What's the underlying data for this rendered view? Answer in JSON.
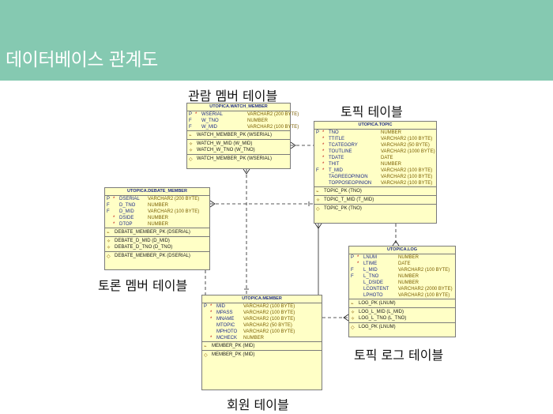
{
  "header": {
    "title": "데이터베이스 관계도"
  },
  "captions": {
    "watch": "관람 멤버 테이블",
    "topic": "토픽 테이블",
    "debate": "토론 멤버 테이블",
    "log": "토픽 로그 테이블",
    "member": "회원 테이블"
  },
  "tables": {
    "watch": {
      "name": "UTOPICA.WATCH_MEMBER",
      "cols": [
        {
          "f": "P",
          "s": "*",
          "n": "WSERIAL",
          "t": "VARCHAR2 (200 BYTE)"
        },
        {
          "f": "F",
          "s": "",
          "n": "W_TNO",
          "t": "NUMBER"
        },
        {
          "f": "F",
          "s": "",
          "n": "W_MID",
          "t": "VARCHAR2 (100 BYTE)"
        }
      ],
      "pk": [
        "WATCH_MEMBER_PK (WSERIAL)"
      ],
      "fk": [
        "WATCH_W_MID (W_MID)",
        "WATCH_W_TNO (W_TNO)"
      ],
      "idx": [
        "WATCH_MEMBER_PK (WSERIAL)"
      ]
    },
    "topic": {
      "name": "UTOPICA.TOPIC",
      "cols": [
        {
          "f": "P",
          "s": "*",
          "n": "TNO",
          "t": "NUMBER"
        },
        {
          "f": "",
          "s": "*",
          "n": "TTITLE",
          "t": "VARCHAR2 (100 BYTE)"
        },
        {
          "f": "",
          "s": "*",
          "n": "TCATEGORY",
          "t": "VARCHAR2 (50 BYTE)"
        },
        {
          "f": "",
          "s": "*",
          "n": "TOUTLINE",
          "t": "VARCHAR2 (1000 BYTE)"
        },
        {
          "f": "",
          "s": "*",
          "n": "TDATE",
          "t": "DATE"
        },
        {
          "f": "",
          "s": "*",
          "n": "THIT",
          "t": "NUMBER"
        },
        {
          "f": "F",
          "s": "*",
          "n": "T_MID",
          "t": "VARCHAR2 (100 BYTE)"
        },
        {
          "f": "",
          "s": "",
          "n": "TAGREEOPINION",
          "t": "VARCHAR2 (100 BYTE)"
        },
        {
          "f": "",
          "s": "",
          "n": "TOPPOSEOPINION",
          "t": "VARCHAR2 (100 BYTE)"
        }
      ],
      "pk": [
        "TOPIC_PK (TNO)"
      ],
      "fk": [
        "TOPIC_T_MID (T_MID)"
      ],
      "idx": [
        "TOPIC_PK (TNO)"
      ]
    },
    "debate": {
      "name": "UTOPICA.DEBATE_MEMBER",
      "cols": [
        {
          "f": "P",
          "s": "*",
          "n": "DSERIAL",
          "t": "VARCHAR2 (200 BYTE)"
        },
        {
          "f": "F",
          "s": "",
          "n": "D_TNO",
          "t": "NUMBER"
        },
        {
          "f": "F",
          "s": "",
          "n": "D_MID",
          "t": "VARCHAR2 (100 BYTE)"
        },
        {
          "f": "",
          "s": "*",
          "n": "DSIDE",
          "t": "NUMBER"
        },
        {
          "f": "",
          "s": "*",
          "n": "DTOP",
          "t": "NUMBER"
        }
      ],
      "pk": [
        "DEBATE_MEMBER_PK (DSERIAL)"
      ],
      "fk": [
        "DEBATE_D_MID (D_MID)",
        "DEBATE_D_TNO (D_TNO)"
      ],
      "idx": [
        "DEBATE_MEMBER_PK (DSERIAL)"
      ]
    },
    "log": {
      "name": "UTOPICA.LOG",
      "cols": [
        {
          "f": "P",
          "s": "*",
          "n": "LNUM",
          "t": "NUMBER"
        },
        {
          "f": "",
          "s": "*",
          "n": "LTIME",
          "t": "DATE"
        },
        {
          "f": "F",
          "s": "",
          "n": "L_MID",
          "t": "VARCHAR2 (100 BYTE)"
        },
        {
          "f": "F",
          "s": "",
          "n": "L_TNO",
          "t": "NUMBER"
        },
        {
          "f": "",
          "s": "",
          "n": "L_DSIDE",
          "t": "NUMBER"
        },
        {
          "f": "",
          "s": "",
          "n": "LCONTENT",
          "t": "VARCHAR2 (2000 BYTE)"
        },
        {
          "f": "",
          "s": "",
          "n": "LPHOTO",
          "t": "VARCHAR2 (100 BYTE)"
        }
      ],
      "pk": [
        "LOG_PK (LNUM)"
      ],
      "fk": [
        "LOG_L_MID (L_MID)",
        "LOG_L_TNO (L_TNO)"
      ],
      "idx": [
        "LOG_PK (LNUM)"
      ]
    },
    "member": {
      "name": "UTOPICA.MEMBER",
      "cols": [
        {
          "f": "P",
          "s": "*",
          "n": "MID",
          "t": "VARCHAR2 (100 BYTE)"
        },
        {
          "f": "",
          "s": "*",
          "n": "MPASS",
          "t": "VARCHAR2 (100 BYTE)"
        },
        {
          "f": "",
          "s": "*",
          "n": "MNAME",
          "t": "VARCHAR2 (100 BYTE)"
        },
        {
          "f": "",
          "s": "",
          "n": "MTOPIC",
          "t": "VARCHAR2 (50 BYTE)"
        },
        {
          "f": "",
          "s": "",
          "n": "MPHOTO",
          "t": "VARCHAR2 (100 BYTE)"
        },
        {
          "f": "",
          "s": "*",
          "n": "MCHECK",
          "t": "NUMBER"
        }
      ],
      "pk": [
        "MEMBER_PK (MID)"
      ],
      "fk": [],
      "idx": [
        "MEMBER_PK (MID)"
      ]
    }
  }
}
